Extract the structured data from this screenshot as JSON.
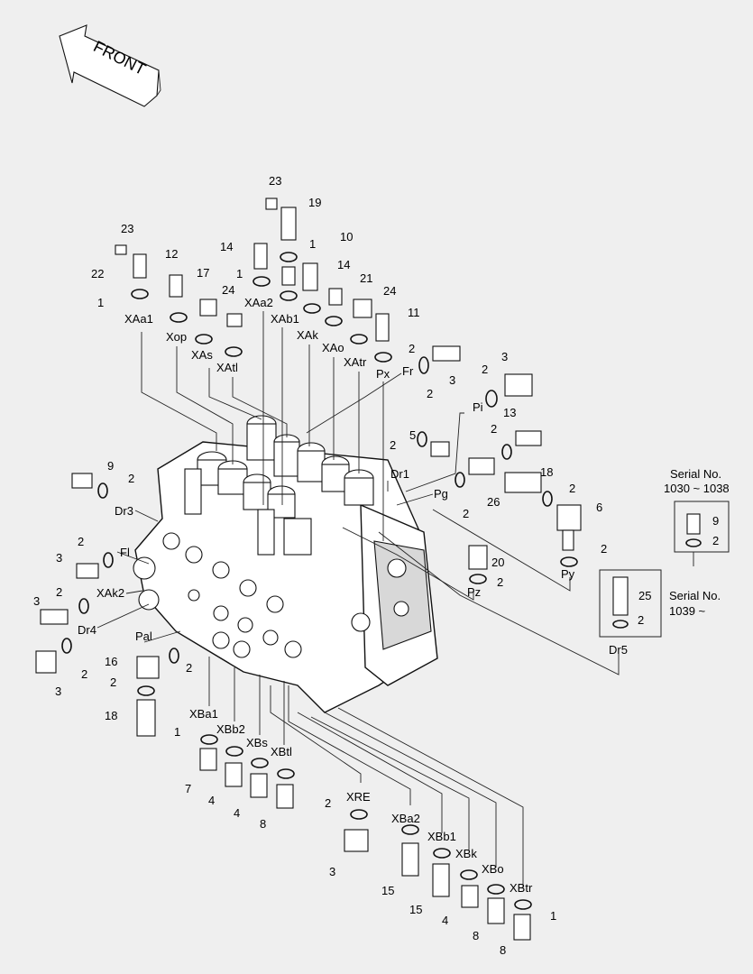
{
  "front_arrow": {
    "label": "FRONT"
  },
  "serial_boxes": [
    {
      "title_line1": "Serial No.",
      "title_line2": "1030 ~ 1038",
      "parts": [
        "9",
        "2"
      ]
    },
    {
      "title_line1": "Serial No.",
      "title_line2": "1039 ~",
      "parts": [
        "25",
        "2"
      ]
    }
  ],
  "port_labels": [
    "XAa1",
    "Xop",
    "XAs",
    "XAtl",
    "XAa2",
    "XAb1",
    "XAk",
    "XAo",
    "XAtr",
    "Px",
    "Fr",
    "Pi",
    "Pg",
    "Dr1",
    "Dr3",
    "Fl",
    "XAk2",
    "Dr4",
    "Pal",
    "Pz",
    "Py",
    "Dr5",
    "XBa1",
    "XBb2",
    "XBs",
    "XBtl",
    "XRE",
    "XBa2",
    "XBb1",
    "XBk",
    "XBo",
    "XBtr"
  ],
  "part_numbers": [
    "1",
    "2",
    "3",
    "4",
    "5",
    "6",
    "7",
    "8",
    "9",
    "10",
    "11",
    "12",
    "13",
    "14",
    "15",
    "16",
    "17",
    "18",
    "19",
    "20",
    "21",
    "22",
    "23",
    "24",
    "25",
    "26"
  ]
}
